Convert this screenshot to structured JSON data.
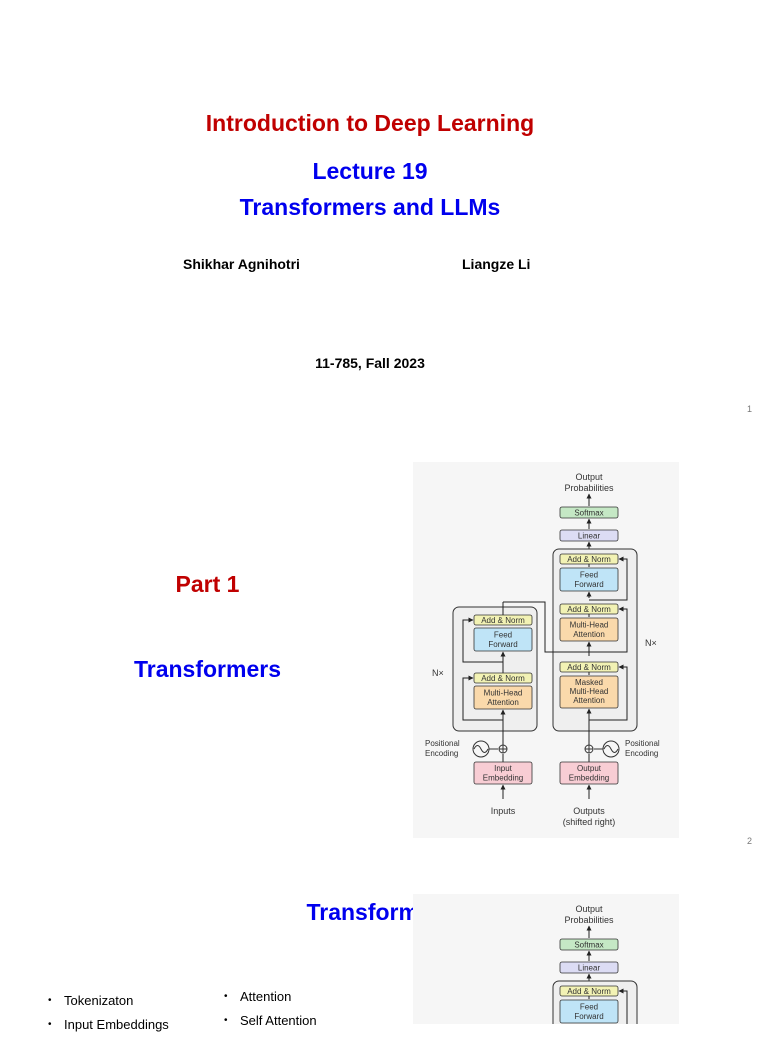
{
  "slide1": {
    "course_title": "Introduction to Deep Learning",
    "lecture_number": "Lecture 19",
    "lecture_title": "Transformers and LLMs",
    "instructors": [
      "Shikhar Agnihotri",
      "Liangze Li"
    ],
    "course_info": "11-785, Fall 2023",
    "page_number": "1"
  },
  "slide2": {
    "part_label": "Part 1",
    "section_title": "Transformers",
    "page_number": "2"
  },
  "slide3": {
    "title": "Transformers",
    "bullets_left": [
      "Tokenizaton",
      "Input Embeddings"
    ],
    "bullets_right": [
      "Attention",
      "Self Attention"
    ]
  },
  "diagram": {
    "output_probabilities": [
      "Output",
      "Probabilities"
    ],
    "softmax": "Softmax",
    "linear": "Linear",
    "add_norm": "Add & Norm",
    "feed_forward": [
      "Feed",
      "Forward"
    ],
    "multi_head_attention": [
      "Multi-Head",
      "Attention"
    ],
    "masked_multi_head_attention": [
      "Masked",
      "Multi-Head",
      "Attention"
    ],
    "nx": "N×",
    "positional_encoding": [
      "Positional",
      "Encoding"
    ],
    "input_embedding": [
      "Input",
      "Embedding"
    ],
    "output_embedding": [
      "Output",
      "Embedding"
    ],
    "inputs": "Inputs",
    "outputs": [
      "Outputs",
      "(shifted right)"
    ],
    "colors": {
      "softmax": "#c5e8c5",
      "linear": "#dcdcf4",
      "add_norm": "#f2f2b4",
      "feed_forward": "#bfe4f7",
      "attention": "#fad9ab",
      "embedding": "#f8cdd4",
      "block_bg": "#efefef",
      "panel_bg": "#f6f6f6"
    }
  }
}
